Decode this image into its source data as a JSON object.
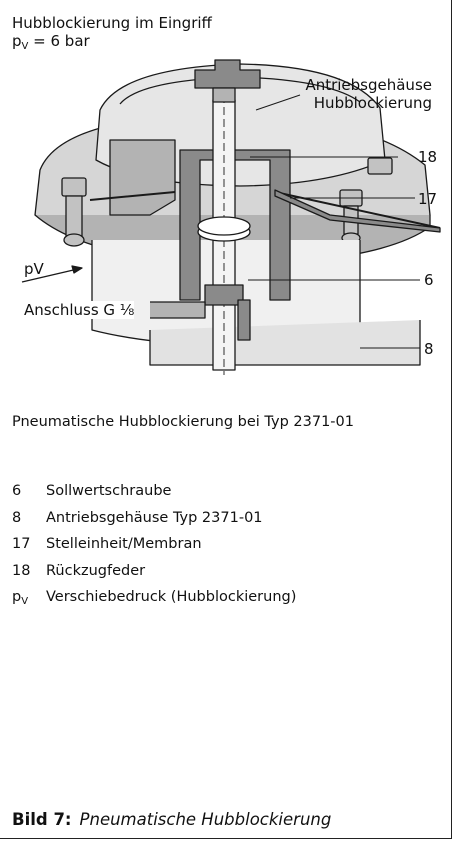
{
  "figure": {
    "header_line1": "Hubblockierung im Eingriff",
    "header_p": "p",
    "header_sub": "V",
    "header_rest": " = 6 bar",
    "callout_housing_line1": "Antriebsgehäuse",
    "callout_housing_line2": "Hubblockierung",
    "callout_18": "18",
    "callout_17": "17",
    "callout_6": "6",
    "callout_8": "8",
    "callout_pv": "pV",
    "callout_connection": "Anschluss G ⅛"
  },
  "caption": "Pneumatische Hubblockierung bei Typ 2371-01",
  "legend": [
    {
      "key": "6",
      "value": "Sollwertschraube"
    },
    {
      "key": "8",
      "value": "Antriebsgehäuse Typ 2371-01"
    },
    {
      "key": "17",
      "value": "Stelleinheit/Membran"
    },
    {
      "key": "18",
      "value": "Rückzugfeder"
    },
    {
      "key_p": "p",
      "key_sub": "V",
      "value": "Verschiebedruck (Hubblockierung)"
    }
  ],
  "bild": {
    "label": "Bild 7:",
    "text": "Pneumatische Hubblockierung"
  },
  "colors": {
    "line": "#1a1a1a",
    "dark_gray": "#8a8a8a",
    "light_gray": "#d6d6d6",
    "mid_gray": "#b3b3b3"
  }
}
